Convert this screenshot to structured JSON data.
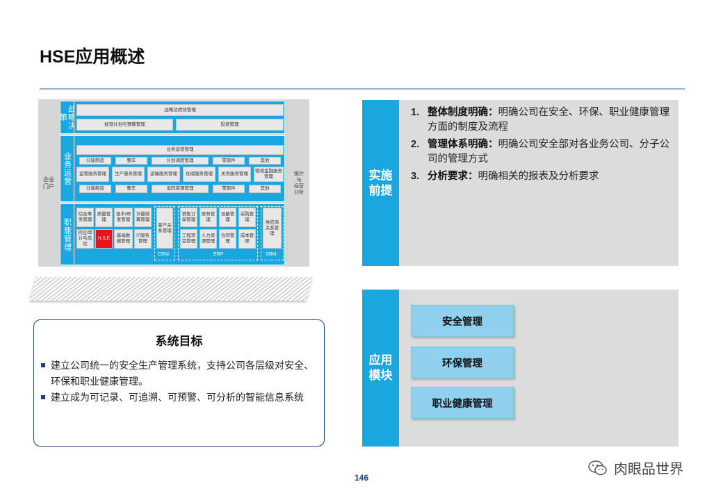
{
  "title": "HSE应用概述",
  "arch": {
    "portal": "企业\n门户",
    "analysis": "统计\n与\n经营\n分析",
    "band1_label": "战略决策",
    "band1_boxes": [
      "战略及绩效管理",
      "经营计划与预算管理",
      "投资管理"
    ],
    "band2_label": "业务运营",
    "band2_top": "业务运营管理",
    "band2_row1": [
      "分装制造",
      "整车",
      "计划调度管理",
      "零部件",
      "其他"
    ],
    "band2_row2": [
      "监管服务管理",
      "生产服务管理",
      "运输服务管理",
      "仓储服务管理",
      "关务服务管理",
      "物流金融服务管理"
    ],
    "band2_row3": [
      "分装制造",
      "整车",
      "运同资源管理",
      "零部件",
      "其他"
    ],
    "band3_label": "职能管理",
    "band3_left": [
      "综合事务管理",
      "质量管理",
      "技术/研发管理",
      "计量结算管理",
      "内控/审计与风险",
      "H.S.E",
      "基础数据管理",
      "IT服务管理"
    ],
    "crm_box": "客户关系管理",
    "crm": "CRM",
    "erp_boxes": [
      "销售订单管理",
      "财务管理",
      "设备管理",
      "采购管理",
      "工程项目管理",
      "人力资源管理",
      "合同管理",
      "成本管理"
    ],
    "erp": "ERP",
    "srm_box": "供应商关系管理",
    "srm": "SRM"
  },
  "goal": {
    "title": "系统目标",
    "items": [
      "建立公司统一的安全生产管理系统，支持公司各层级对安全、环保和职业健康管理。",
      "建立成为可记录、可追溯、可预警、可分析的智能信息系统"
    ]
  },
  "premise": {
    "label": "实施\n前提",
    "items": [
      {
        "num": "1.",
        "head": "整体制度明确：",
        "text": "明确公司在安全、环保、职业健康管理方面的制度及流程"
      },
      {
        "num": "2.",
        "head": "管理体系明确：",
        "text": "明确公司安全部对各业务公司、分子公司的管理方式"
      },
      {
        "num": "3.",
        "head": "分析要求：",
        "text": "明确相关的报表及分析要求"
      }
    ]
  },
  "modules": {
    "label": "应用\n模块",
    "items": [
      "安全管理",
      "环保管理",
      "职业健康管理"
    ]
  },
  "page_number": "146",
  "watermark": "肉眼品世界",
  "colors": {
    "accent": "#1aa6df",
    "navy": "#1f3f79",
    "panel": "#dcdcdc",
    "module": "#8fd0ee",
    "hse": "#e8141a"
  }
}
